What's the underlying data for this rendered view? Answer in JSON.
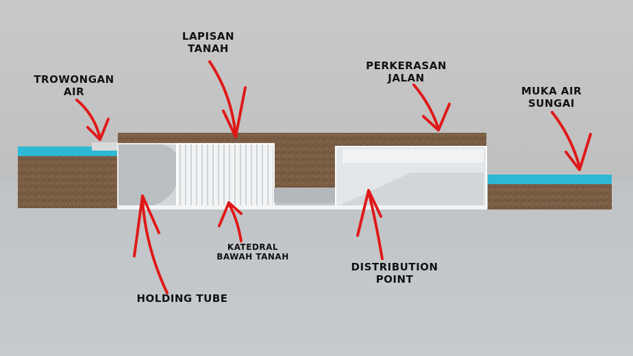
{
  "labels": {
    "trowongan_air": [
      "TROWONGAN",
      "AIR"
    ],
    "lapisan_tanah": [
      "LAPISAN",
      "TANAH"
    ],
    "perkerasan_jalan": [
      "PERKERASAN",
      "JALAN"
    ],
    "muka_air_sungai": [
      "MUKA AIR",
      "SUNGAI"
    ],
    "katedral_bawah_tanah": [
      "KATEDRAL",
      "BAWAH TANAH"
    ],
    "distribution_point": [
      "DISTRIBUTION",
      "POINT"
    ],
    "holding_tube": [
      "HOLDING TUBE"
    ]
  },
  "colors": {
    "sky": "#c5c5c5",
    "ground": "#c4c7ca",
    "soil": "#7a5d44",
    "water": "#2fb8d4",
    "concrete": "#dfe2e4",
    "arrow": "#e01818"
  }
}
